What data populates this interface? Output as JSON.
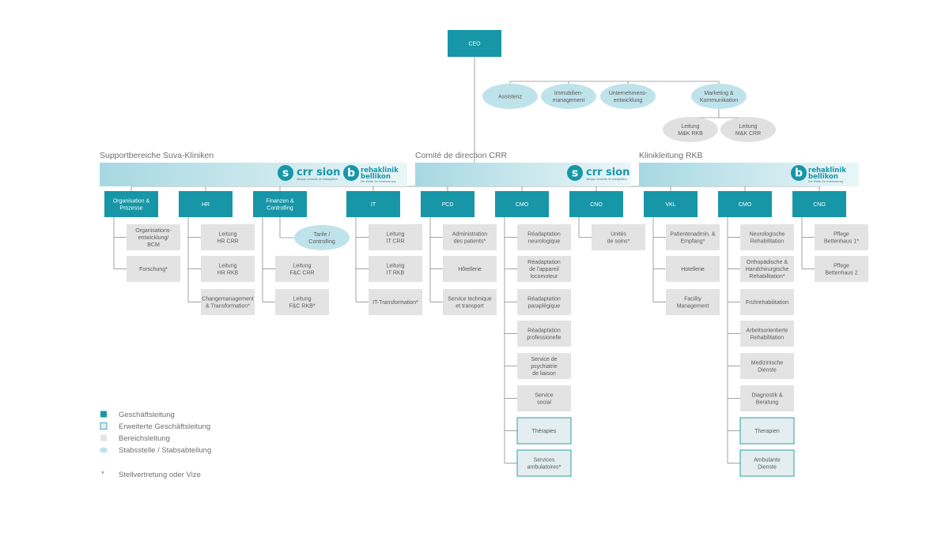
{
  "colors": {
    "management": "#1796a7",
    "extended": "#e4edef",
    "area": "#e3e3e3",
    "staff": "#bfe3ea",
    "line": "#8c8c8c",
    "band_dark": "#9fd5df",
    "band_light": "#e6f4f7"
  },
  "ceo": "CEO",
  "staff_top": [
    "Assistenz",
    "Immobilien-\nmanagement",
    "Unternehmens-\nentwicklung",
    "Marketing &\nKommunikation"
  ],
  "marketing_sub": [
    "Leitung\nM&K RKB",
    "Leitung\nM&K CRR"
  ],
  "sections": [
    {
      "title": "Supportbereiche Suva-Kliniken",
      "logos": [
        "crr-sion-logo",
        "rehaklinik-bellikon-logo"
      ]
    },
    {
      "title": "Comité de direction CRR",
      "logos": [
        "crr-sion-logo"
      ]
    },
    {
      "title": "Klinikleitung RKB",
      "logos": [
        "rehaklinik-bellikon-logo"
      ]
    }
  ],
  "logo_text": {
    "crr": "crr sion",
    "crr_tag": "clinique romande de réadaptation",
    "reha": "rehaklinik",
    "bellikon": "bellikon",
    "reha_tag": "Der Weiter für Verbesserung"
  },
  "columns": [
    {
      "head": "Organisation &\nProzesse",
      "items": [
        {
          "label": "Organisations-\nentwicklung/\nBCM",
          "type": "area"
        },
        {
          "label": "Forschung*",
          "type": "area"
        }
      ]
    },
    {
      "head": "HR",
      "items": [
        {
          "label": "Leitung\nHR CRR",
          "type": "area"
        },
        {
          "label": "Leitung\nHR RKB",
          "type": "area"
        },
        {
          "label": "Changemanagement\n& Transformation*",
          "type": "area"
        }
      ]
    },
    {
      "head": "Finanzen &\nControlling",
      "staff": "Tarife /\nControlling",
      "items": [
        {
          "label": "Leitung\nF&C CRR",
          "type": "area"
        },
        {
          "label": "Leitung\nF&C RKB*",
          "type": "area"
        }
      ]
    },
    {
      "head": "IT",
      "items": [
        {
          "label": "Leitung\nIT CRR",
          "type": "area"
        },
        {
          "label": "Leitung\nIT RKB",
          "type": "area"
        },
        {
          "label": "IT-Transformation*",
          "type": "area"
        }
      ]
    },
    {
      "head": "PCD",
      "items": [
        {
          "label": "Administration\ndes patients*",
          "type": "area"
        },
        {
          "label": "Hôtellerie",
          "type": "area"
        },
        {
          "label": "Service technique\net transport",
          "type": "area"
        }
      ]
    },
    {
      "head": "CMO",
      "items": [
        {
          "label": "Réadaptation\nneurologique",
          "type": "area"
        },
        {
          "label": "Réadaptation\nde l'appareil\nlocomoteur",
          "type": "area"
        },
        {
          "label": "Réadaptation\nparaplégique",
          "type": "area"
        },
        {
          "label": "Réadaptation\nprofessionelle",
          "type": "area"
        },
        {
          "label": "Service de\npsychiatrie\nde liaison",
          "type": "area"
        },
        {
          "label": "Service\nsocial",
          "type": "area"
        },
        {
          "label": "Thérapies",
          "type": "extended"
        },
        {
          "label": "Services\nambulatoires*",
          "type": "extended"
        }
      ]
    },
    {
      "head": "CNO",
      "items": [
        {
          "label": "Unités\nde soins*",
          "type": "area"
        }
      ]
    },
    {
      "head": "VKL",
      "items": [
        {
          "label": "Patientenadmin. &\nEmpfang*",
          "type": "area"
        },
        {
          "label": "Hotellerie",
          "type": "area"
        },
        {
          "label": "Facility\nManagement",
          "type": "area"
        }
      ]
    },
    {
      "head": "CMO",
      "items": [
        {
          "label": "Neurologische\nRehabilitation",
          "type": "area"
        },
        {
          "label": "Orthopädische &\nHandchirurgische\nRehabilitation*",
          "type": "area"
        },
        {
          "label": "Frührehabilitation",
          "type": "area"
        },
        {
          "label": "Arbeitsorientierte\nRehabilitation",
          "type": "area"
        },
        {
          "label": "Medizinische\nDienste",
          "type": "area"
        },
        {
          "label": "Diagnostik &\nBeratung",
          "type": "area"
        },
        {
          "label": "Therapien",
          "type": "extended"
        },
        {
          "label": "Ambulante\nDienste",
          "type": "extended"
        }
      ]
    },
    {
      "head": "CNO",
      "items": [
        {
          "label": "Pflege\nBettenhaus 1*",
          "type": "area"
        },
        {
          "label": "Pflege\nBettenhaus 2",
          "type": "area"
        }
      ]
    }
  ],
  "legend": [
    {
      "symbol": "management",
      "label": "Geschäftsleitung"
    },
    {
      "symbol": "extended",
      "label": "Erweiterte Geschäftsleitung"
    },
    {
      "symbol": "area",
      "label": "Bereichsleitung"
    },
    {
      "symbol": "staff",
      "label": "Stabsstelle / Stabsabteilung"
    }
  ],
  "footnote": {
    "mark": "*",
    "label": "Stellvertretung oder Vize"
  }
}
